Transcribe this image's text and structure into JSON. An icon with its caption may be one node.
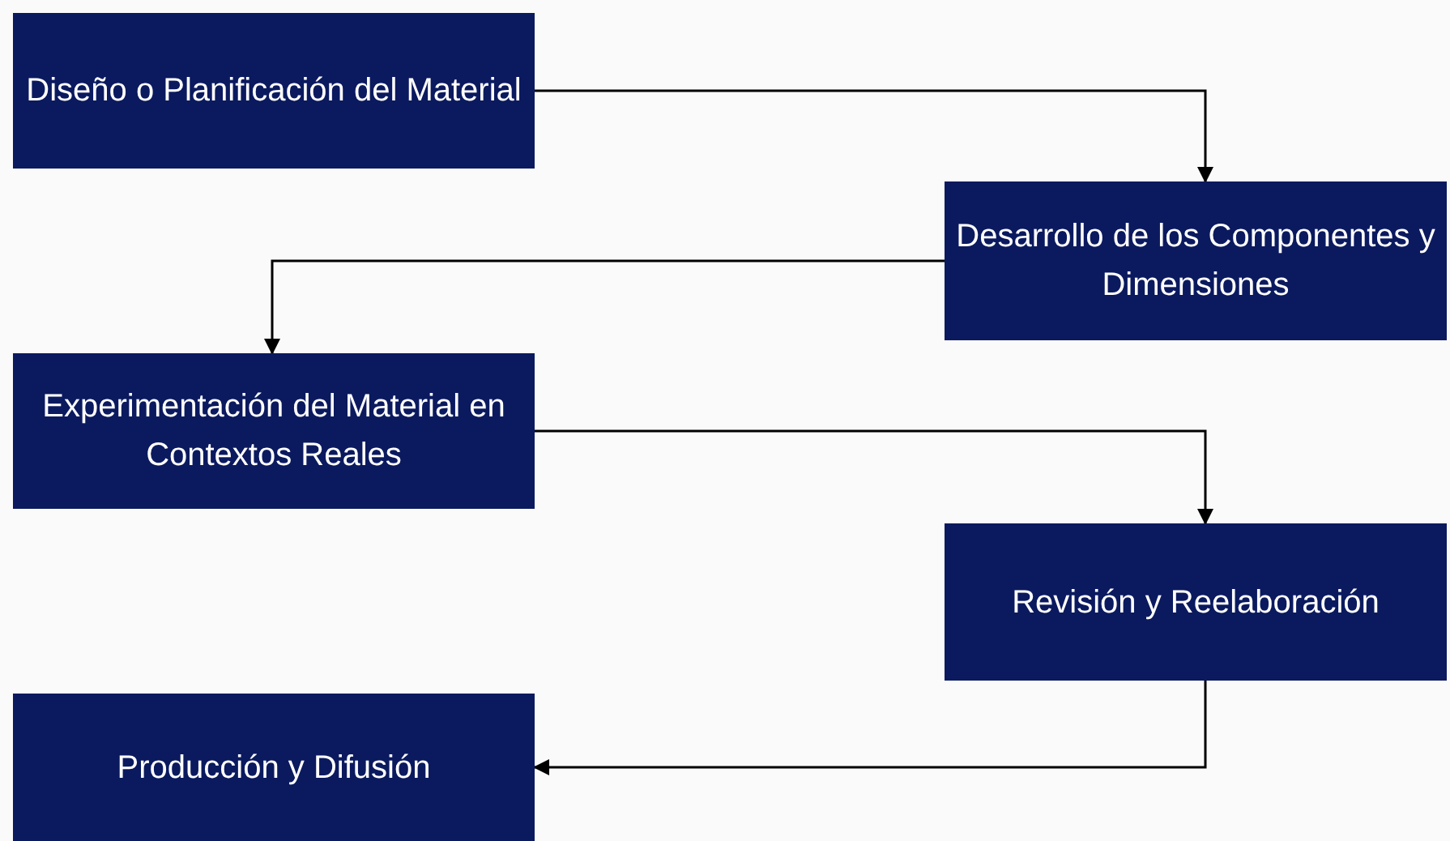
{
  "diagram": {
    "nodes": [
      {
        "text": [
          "Diseño o Planificación del Material"
        ]
      },
      {
        "text": [
          "Desarrollo de los Componentes y Dimensiones"
        ]
      },
      {
        "text": [
          "Experimentación del Material en Contextos Reales"
        ]
      },
      {
        "text": [
          "Revisión y Reelaboración"
        ]
      },
      {
        "text": [
          "Producción y Difusión"
        ]
      }
    ],
    "edges": [
      {
        "from": 0,
        "to": 1,
        "arrow": "to"
      },
      {
        "from": 1,
        "to": 2,
        "arrow": "to"
      },
      {
        "from": 2,
        "to": 3,
        "arrow": "to"
      },
      {
        "from": 3,
        "to": 4,
        "arrow": "to"
      }
    ]
  }
}
